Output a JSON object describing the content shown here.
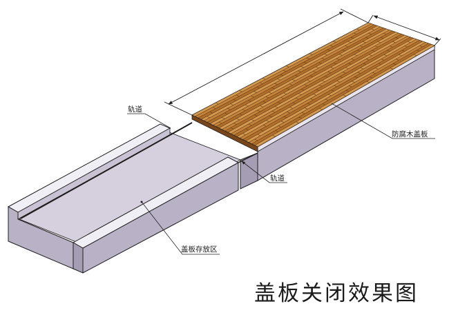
{
  "labels": {
    "rail_upper": "轨道",
    "rail_lower": "轨道",
    "cover_board": "防腐木盖板",
    "storage_area": "盖板存放区"
  },
  "caption": "盖板关闭效果图",
  "colors": {
    "wall_top": "#f1eff6",
    "wall_side": "#b9b1c6",
    "wall_shadow": "#a59db4",
    "channel_floor": "#d6d0de",
    "wood_base": "#b8742e",
    "wood_light": "#d39a52",
    "wood_dark": "#6b3d14",
    "line": "#1e1e1e"
  }
}
